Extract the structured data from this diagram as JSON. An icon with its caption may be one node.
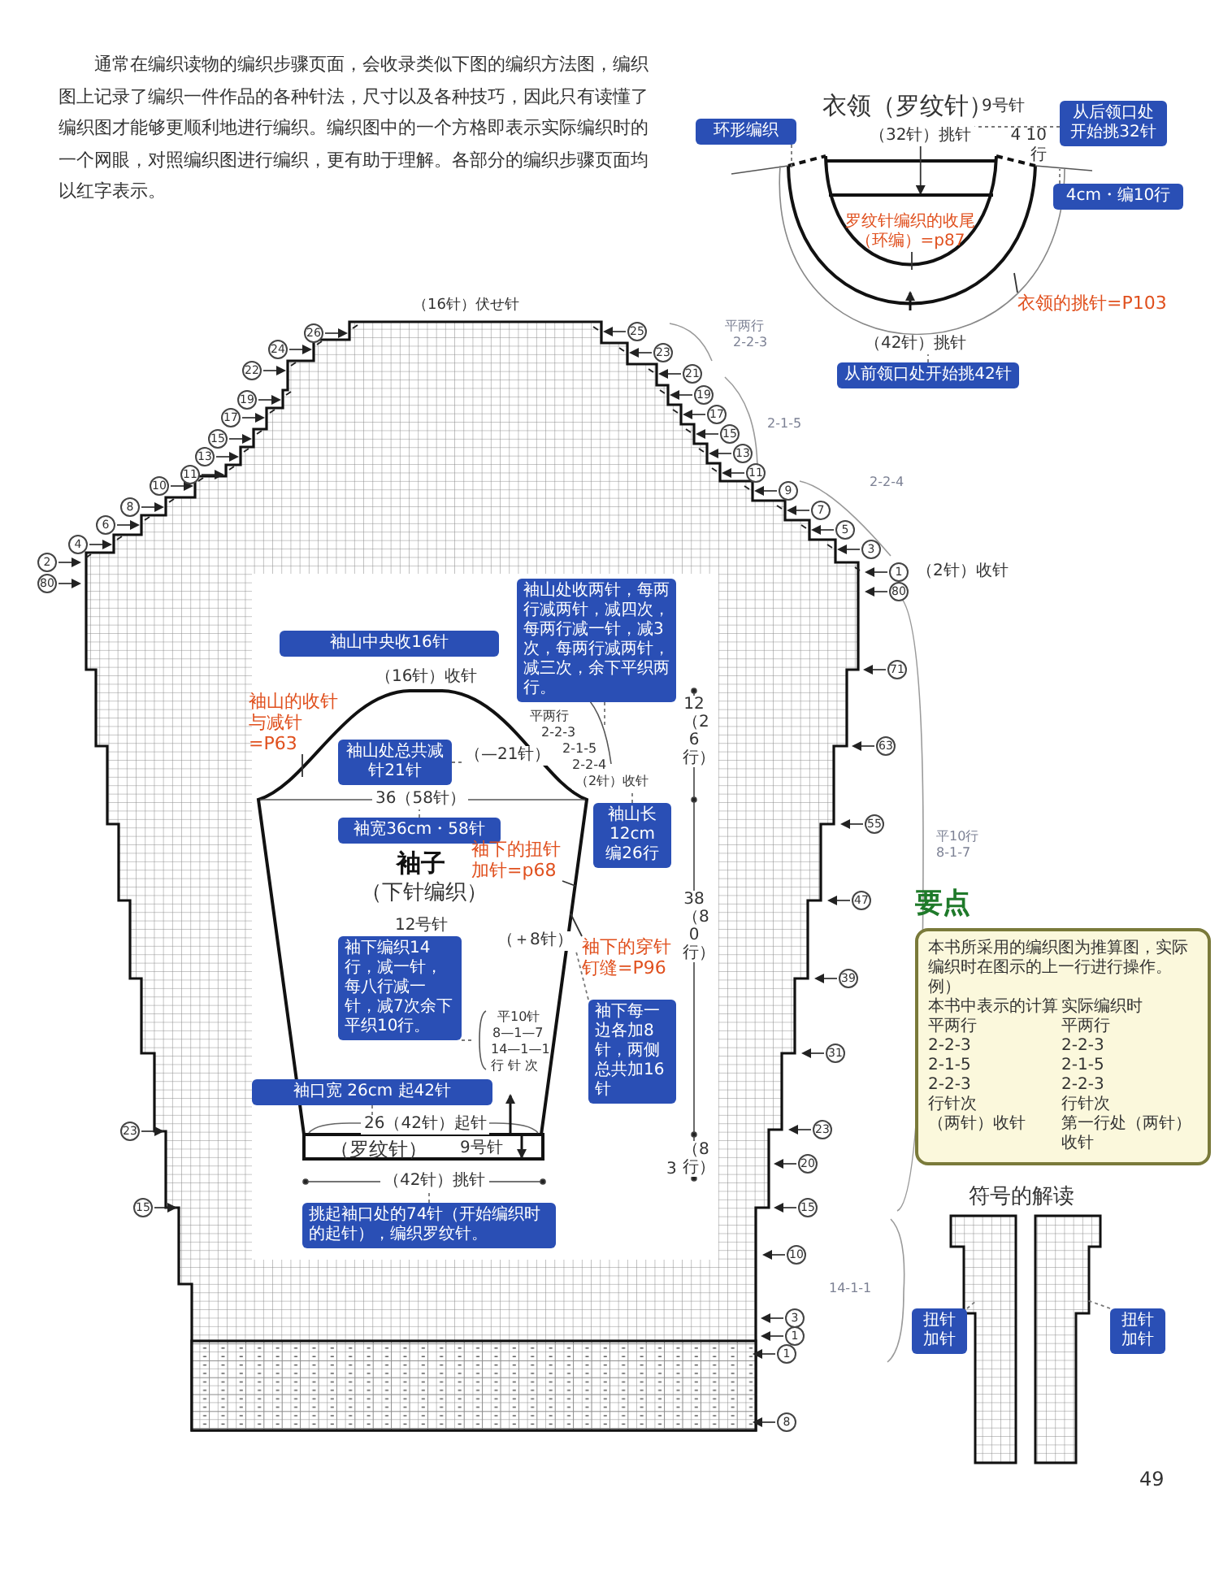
{
  "diagram": {
    "nodes": [
      {
        "text": [
          "环形编织"
        ]
      },
      {
        "text": [
          "从后领口处开始挑32针"
        ]
      },
      {
        "text": [
          "4cm・编10行"
        ]
      },
      {
        "text": [
          "从前领口处开始挑42针"
        ]
      },
      {
        "text": [
          "罗纹针编织的收尾（环编）=p87"
        ]
      },
      {
        "text": [
          "衣领的挑针=P103"
        ]
      },
      {
        "text": [
          "袖山中央收16针"
        ]
      },
      {
        "text": [
          "袖山的收针与减针=P63"
        ]
      },
      {
        "text": [
          "袖山处收两针，每两行减两针，减四次，每两行减一针，减3次，每两行减两针，减三次，余下平织两行。"
        ]
      },
      {
        "text": [
          "袖山处总共减针21针"
        ]
      },
      {
        "text": [
          "袖宽36cm・58针"
        ]
      },
      {
        "text": [
          "袖山长12cm 编26行"
        ]
      },
      {
        "text": [
          "袖下的扭针加针=p68"
        ]
      },
      {
        "text": [
          "袖下的穿针钉缝=P96"
        ]
      },
      {
        "text": [
          "袖下编织14行，减一针，每八行减一针，减7次余下平织10行。"
        ]
      },
      {
        "text": [
          "袖下每一边各加8针，两侧总共加16针"
        ]
      },
      {
        "text": [
          "袖口宽 26cm 起42针"
        ]
      },
      {
        "text": [
          "挑起袖口处的74针（开始编织时的起针），编织罗纹针。"
        ]
      },
      {
        "text": [
          "扭针加针"
        ]
      },
      {
        "text": [
          "扭针加针"
        ]
      },
      {
        "text": [
          "要点",
          "本书所采用的编织图为推算图，实际编织时在图示的上一行进行操作。",
          "例）",
          "本书中表示的计算",
          "实际编织时",
          "平两行",
          "平两行",
          "2-2-3",
          "2-2-3",
          "2-1-5",
          "2-1-5",
          "2-2-3",
          "2-2-3",
          "行针次",
          "行针次",
          "（两针）收针",
          "第一行处（两针）收针"
        ]
      },
      {
        "text": [
          "（—21针）"
        ]
      },
      {
        "text": [
          "（2针）收针"
        ]
      },
      {
        "text": [
          "（32针）挑针"
        ]
      },
      {
        "text": [
          "（42针）挑针"
        ]
      },
      {
        "text": [
          "36（58针）"
        ]
      },
      {
        "text": [
          "（42针）挑针"
        ]
      },
      {
        "text": [
          "26（42针）起针"
        ]
      },
      {
        "text": [
          "（＋8针）"
        ]
      },
      {
        "text": [],
        "shape": "bar"
      }
    ],
    "edges": [
      {
        "from": 0,
        "to": null,
        "arrow": "none",
        "style": "dashed"
      },
      {
        "from": 1,
        "to": 23,
        "arrow": "none",
        "style": "dashed"
      },
      {
        "from": 2,
        "to": null,
        "arrow": "none",
        "style": "dashed"
      },
      {
        "from": 3,
        "to": 24,
        "arrow": "none",
        "style": "dashed"
      },
      {
        "from": 4,
        "to": null,
        "arrow": "none"
      },
      {
        "from": 5,
        "to": null,
        "arrow": "none"
      },
      {
        "from": 7,
        "to": null,
        "arrow": "none"
      },
      {
        "from": 8,
        "to": null,
        "arrow": "none",
        "style": "dashed"
      },
      {
        "from": 9,
        "to": 21,
        "arrow": "none",
        "style": "dashed"
      },
      {
        "from": 10,
        "to": 25,
        "arrow": "none",
        "style": "dashed"
      },
      {
        "from": 11,
        "to": 22,
        "arrow": "none",
        "style": "dashed"
      },
      {
        "from": 12,
        "to": null,
        "arrow": "none"
      },
      {
        "from": 13,
        "to": null,
        "arrow": "none"
      },
      {
        "from": 14,
        "to": null,
        "arrow": "none",
        "style": "dashed"
      },
      {
        "from": 15,
        "to": 28,
        "arrow": "none",
        "style": "dashed"
      },
      {
        "from": 16,
        "to": 27,
        "arrow": "none",
        "style": "dashed"
      },
      {
        "from": 17,
        "to": 26,
        "arrow": "none",
        "style": "dashed"
      },
      {
        "from": 18,
        "to": null,
        "arrow": "none",
        "style": "dashed"
      },
      {
        "from": 19,
        "to": null,
        "arrow": "none",
        "style": "dashed"
      },
      {
        "from": 23,
        "to": 29,
        "arrow": "to"
      }
    ],
    "labels": [
      "通常在编织读物的编织步骤页面，会收录类似下图的编织方法图，编织图上记录了编织一件作品的各种针法，尺寸以及各种技巧，因此只有读懂了编织图才能够更顺利地进行编织。编织图中的一个方格即表示实际编织时的一个网眼，对照编织图进行编织，更有助于理解。各部分的编织步骤页面均以红字表示。",
      "衣领（罗纹针）",
      "9号针",
      "4 10 行",
      "（16针）伏せ针",
      "平两行",
      "2-2-3",
      "2-1-5",
      "2-2-4",
      "（2针）收针",
      "平10行",
      "8-1-7",
      "14-1-1",
      "（16针）收针",
      "平两行",
      "2-2-3",
      "2-1-5",
      "2-2-4",
      "袖子",
      "（下针编织）",
      "12号针",
      "平10针",
      "8—1—7",
      "14—1—1",
      "行 针 次",
      "（罗纹针）",
      "9号针",
      "12（26行）",
      "38（80行）",
      "3",
      "（8行）",
      "符号的解读",
      "49",
      "26",
      "24",
      "22",
      "19",
      "17",
      "15",
      "13",
      "11",
      "10",
      "8",
      "6",
      "4",
      "2",
      "80",
      "23",
      "15",
      "25",
      "23",
      "21",
      "19",
      "17",
      "15",
      "13",
      "11",
      "9",
      "7",
      "5",
      "3",
      "1",
      "80",
      "71",
      "63",
      "55",
      "47",
      "39",
      "31",
      "23",
      "20",
      "15",
      "10",
      "3",
      "1",
      "1",
      "8"
    ]
  }
}
